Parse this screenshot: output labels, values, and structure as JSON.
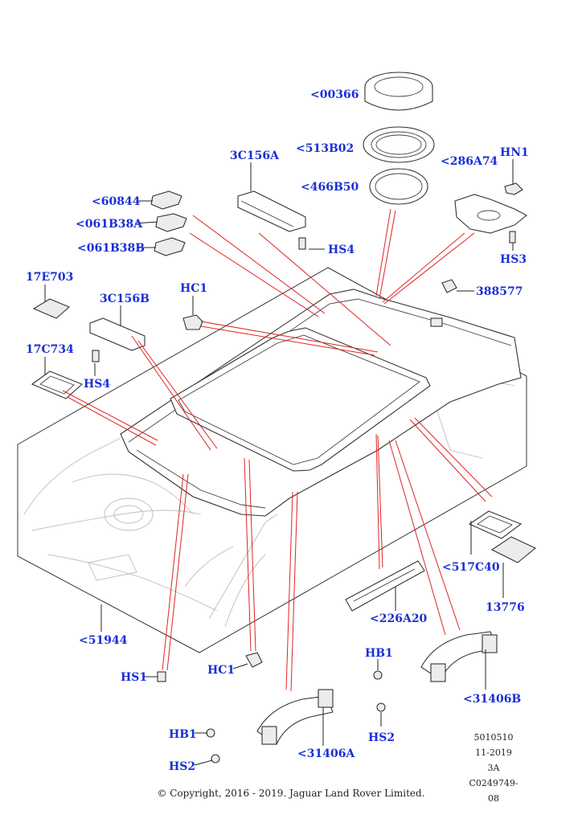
{
  "callouts": {
    "c00366": "<00366",
    "c513B02": "<513B02",
    "c466B50": "<466B50",
    "c286A74": "<286A74",
    "cHN1": "HN1",
    "cHS3": "HS3",
    "c3C156A": "3C156A",
    "cHS4a": "HS4",
    "c60844": "<60844",
    "c061B38A": "<061B38A",
    "c061B38B": "<061B38B",
    "c17E703": "17E703",
    "c3C156B": "3C156B",
    "cHC1a": "HC1",
    "c388577": "388577",
    "c17C734": "17C734",
    "cHS4b": "HS4",
    "c517C40": "<517C40",
    "c13776": "13776",
    "c226A20": "<226A20",
    "c51944": "<51944",
    "cHS1": "HS1",
    "cHC1b": "HC1",
    "cHB1a": "HB1",
    "cHS2a": "HS2",
    "c31406B": "<31406B",
    "cHB1b": "HB1",
    "cHS2b": "HS2",
    "c31406A": "<31406A"
  },
  "meta": {
    "ref": "5010510",
    "date": "11-2019",
    "rev": "3A",
    "code": "C0249749-08"
  },
  "copyright": "© Copyright, 2016 - 2019. Jaguar Land Rover Limited.",
  "colors": {
    "callout": "#1a2fd6",
    "leader": "#e02424"
  }
}
